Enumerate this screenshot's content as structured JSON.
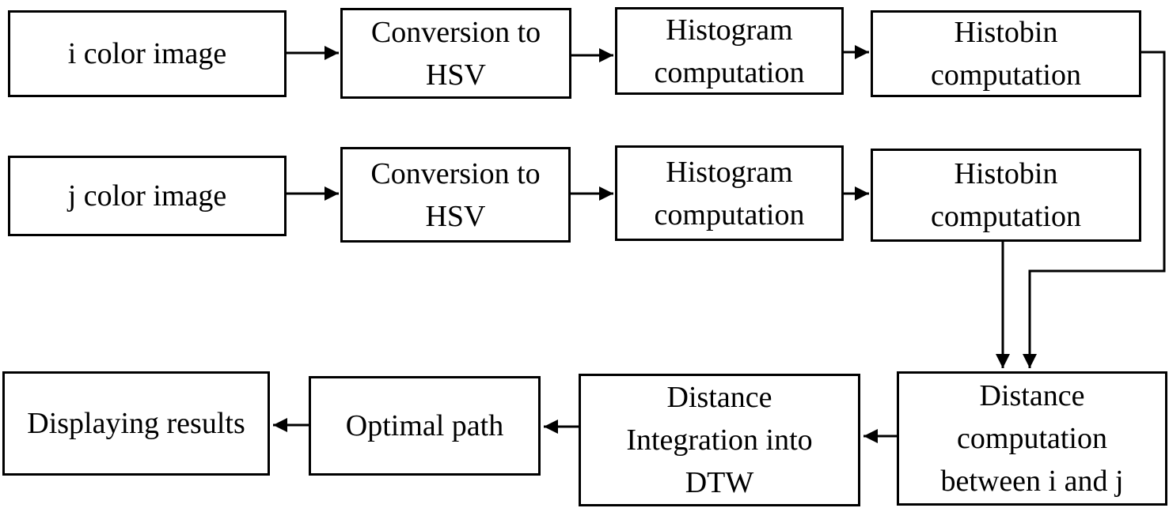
{
  "figure": {
    "type": "flowchart",
    "background_color": "#ffffff",
    "line_color": "#000000",
    "text_color": "#000000",
    "nodes": [
      {
        "id": "i-color-image",
        "label": "i color image"
      },
      {
        "id": "i-conversion-to-hsv",
        "label": "Conversion to\nHSV"
      },
      {
        "id": "i-histogram-computation",
        "label": "Histogram\ncomputation"
      },
      {
        "id": "i-histobin-computation",
        "label": "Histobin\ncomputation"
      },
      {
        "id": "j-color-image",
        "label": "j color image"
      },
      {
        "id": "j-conversion-to-hsv",
        "label": "Conversion to\nHSV"
      },
      {
        "id": "j-histogram-computation",
        "label": "Histogram\ncomputation"
      },
      {
        "id": "j-histobin-computation",
        "label": "Histobin\ncomputation"
      },
      {
        "id": "displaying-results",
        "label": "Displaying results"
      },
      {
        "id": "optimal-path",
        "label": "Optimal path"
      },
      {
        "id": "distance-integration-dtw",
        "label": "Distance\nIntegration into\nDTW"
      },
      {
        "id": "distance-computation",
        "label": "Distance\ncomputation\nbetween i and j"
      }
    ],
    "edges": [
      {
        "from": "i-color-image",
        "to": "i-conversion-to-hsv"
      },
      {
        "from": "i-conversion-to-hsv",
        "to": "i-histogram-computation"
      },
      {
        "from": "i-histogram-computation",
        "to": "i-histobin-computation"
      },
      {
        "from": "j-color-image",
        "to": "j-conversion-to-hsv"
      },
      {
        "from": "j-conversion-to-hsv",
        "to": "j-histogram-computation"
      },
      {
        "from": "j-histogram-computation",
        "to": "j-histobin-computation"
      },
      {
        "from": "i-histobin-computation",
        "to": "distance-computation"
      },
      {
        "from": "j-histobin-computation",
        "to": "distance-computation"
      },
      {
        "from": "distance-computation",
        "to": "distance-integration-dtw"
      },
      {
        "from": "distance-integration-dtw",
        "to": "optimal-path"
      },
      {
        "from": "optimal-path",
        "to": "displaying-results"
      }
    ]
  }
}
